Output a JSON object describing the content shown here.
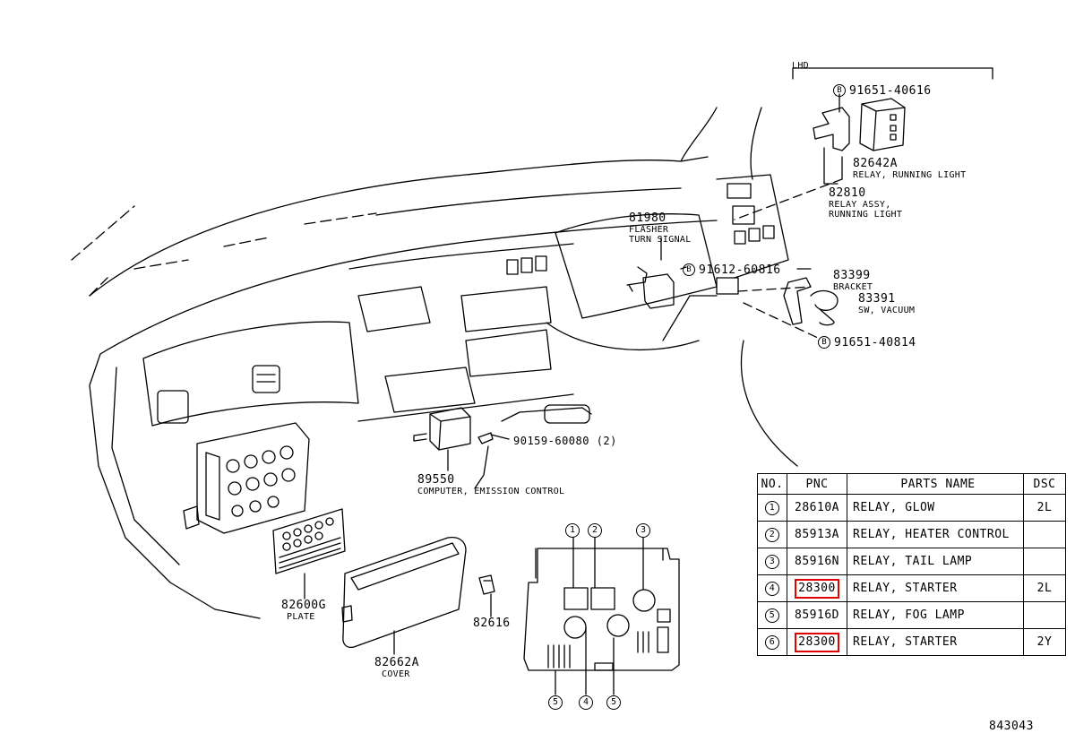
{
  "diagram_id": "843043",
  "lhd_label": "LHD",
  "callouts": [
    {
      "id": "c_91651_40616",
      "part": "91651-40616",
      "bolt": "B"
    },
    {
      "id": "c_82642A",
      "part": "82642A",
      "desc": [
        "RELAY, RUNNING LIGHT"
      ]
    },
    {
      "id": "c_82810",
      "part": "82810",
      "desc": [
        "RELAY ASSY,",
        "RUNNING LIGHT"
      ]
    },
    {
      "id": "c_81980",
      "part": "81980",
      "desc": [
        "FLASHER",
        "TURN SIGNAL"
      ]
    },
    {
      "id": "c_91612_60816",
      "part": "91612-60816",
      "bolt": "B"
    },
    {
      "id": "c_83399",
      "part": "83399",
      "desc": [
        "BRACKET"
      ]
    },
    {
      "id": "c_83391",
      "part": "83391",
      "desc": [
        "SW, VACUUM"
      ]
    },
    {
      "id": "c_91651_40814",
      "part": "91651-40814",
      "bolt": "B"
    },
    {
      "id": "c_90159_60080",
      "part": "90159-60080 (2)"
    },
    {
      "id": "c_89550",
      "part": "89550",
      "desc": [
        "COMPUTER, EMISSION CONTROL"
      ]
    },
    {
      "id": "c_82600G",
      "part": "82600G",
      "desc": [
        "PLATE"
      ]
    },
    {
      "id": "c_82616",
      "part": "82616"
    },
    {
      "id": "c_82662A",
      "part": "82662A",
      "desc": [
        "COVER"
      ]
    }
  ],
  "relay_markers_top": [
    "1",
    "2",
    "3"
  ],
  "relay_markers_bottom": [
    "5",
    "4",
    "5"
  ],
  "parts_table": {
    "headers": [
      "NO.",
      "PNC",
      "PARTS NAME",
      "DSC"
    ],
    "rows": [
      {
        "no": "1",
        "pnc": "28610A",
        "name": "RELAY, GLOW",
        "dsc": "2L",
        "highlight": false
      },
      {
        "no": "2",
        "pnc": "85913A",
        "name": "RELAY, HEATER CONTROL",
        "dsc": "",
        "highlight": false
      },
      {
        "no": "3",
        "pnc": "85916N",
        "name": "RELAY, TAIL LAMP",
        "dsc": "",
        "highlight": false
      },
      {
        "no": "4",
        "pnc": "28300",
        "name": "RELAY, STARTER",
        "dsc": "2L",
        "highlight": true
      },
      {
        "no": "5",
        "pnc": "85916D",
        "name": "RELAY, FOG LAMP",
        "dsc": "",
        "highlight": false
      },
      {
        "no": "6",
        "pnc": "28300",
        "name": "RELAY, STARTER",
        "dsc": "2Y",
        "highlight": true
      }
    ],
    "highlight_color": "#e00000"
  }
}
